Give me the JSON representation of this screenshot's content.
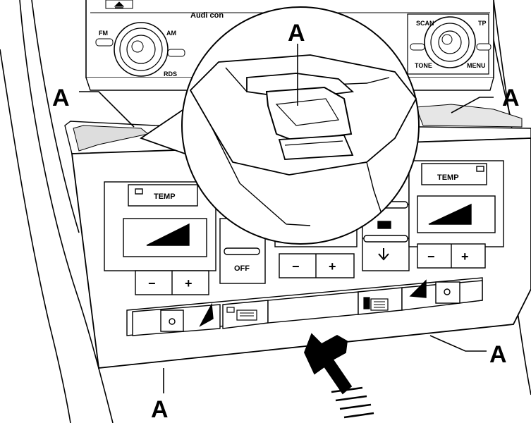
{
  "callouts": {
    "a_top_zoom": "A",
    "a_left": "A",
    "a_right": "A",
    "a_bottom_left": "A",
    "a_bottom_right": "A"
  },
  "radio": {
    "brand": "Audi con",
    "fm": "FM",
    "am": "AM",
    "rds": "RDS",
    "scan": "SCAN",
    "tp": "TP",
    "tone": "TONE",
    "menu": "MENU"
  },
  "climate": {
    "temp_left": "TEMP",
    "temp_right": "TEMP",
    "off": "OFF",
    "minus": "−",
    "plus": "+"
  }
}
